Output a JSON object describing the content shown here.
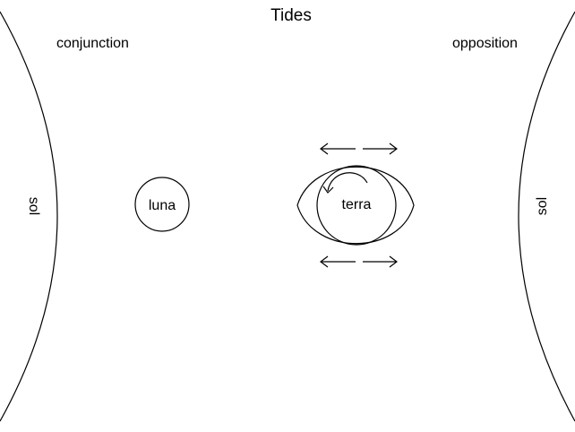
{
  "diagram": {
    "title": "Tides",
    "left_caption": "conjunction",
    "right_caption": "opposition",
    "left_sun_label": "sol",
    "right_sun_label": "sol",
    "moon_label": "luna",
    "earth_label": "terra"
  },
  "colors": {
    "line": "#000000",
    "background": "#ffffff"
  }
}
